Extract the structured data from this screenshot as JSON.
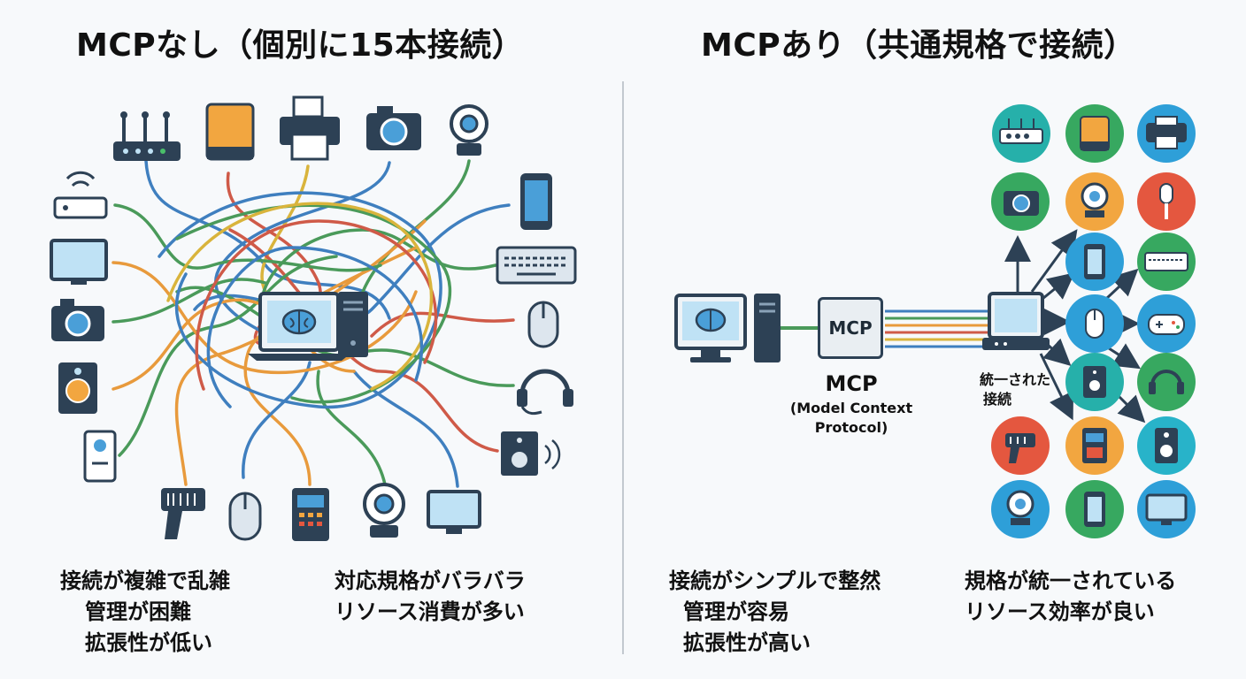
{
  "left": {
    "title": "MCPなし（個別に15本接続）",
    "captions_col1": [
      "接続が複雑で乱雑",
      "管理が困難",
      "拡張性が低い"
    ],
    "captions_col2": [
      "対応規格がバラバラ",
      "リソース消費が多い"
    ]
  },
  "right": {
    "title": "MCPあり（共通規格で接続）",
    "mcp_box_label": "MCP",
    "mcp_name": "MCP",
    "mcp_full_1": "(Model Context",
    "mcp_full_2": "Protocol)",
    "unified_1": "統一された",
    "unified_2": "接続",
    "captions_col1": [
      "接続がシンプルで整然",
      "管理が容易",
      "拡張性が高い"
    ],
    "captions_col2": [
      "規格が統一されている",
      "リソース効率が良い"
    ]
  },
  "colors": {
    "cable_blue": "#3f7fbf",
    "cable_green": "#4a9a5a",
    "cable_orange": "#e89a3c",
    "cable_red": "#cf5a48",
    "cable_yellow": "#d9b43c",
    "icon_dark": "#2d4155",
    "icon_blue": "#4a9fd8",
    "circle_teal": "#26b0aa",
    "circle_green": "#37a860",
    "circle_blue": "#2e9fd8",
    "circle_orange": "#f2a640",
    "circle_red": "#e4573f",
    "circle_cyan": "#28b3c9"
  },
  "icons_left": [
    "router-icon",
    "hard-drive-icon",
    "printer-icon",
    "camera-icon",
    "webcam-icon",
    "smartphone-icon",
    "keyboard-icon",
    "mouse-icon",
    "headset-icon",
    "speaker-icon",
    "monitor-icon",
    "pos-terminal-icon",
    "barcode-scanner-icon",
    "intercom-icon",
    "wifi-router-icon"
  ],
  "icons_right": [
    "router-icon",
    "hard-drive-icon",
    "printer-icon",
    "camera-icon",
    "webcam-icon",
    "microphone-icon",
    "smartphone-icon",
    "keyboard-icon",
    "mouse-icon",
    "gamepad-icon",
    "speaker-icon",
    "headset-icon",
    "barcode-scanner-icon",
    "pos-terminal-icon",
    "speaker-icon",
    "webcam-icon",
    "smartphone-icon",
    "monitor-icon"
  ]
}
